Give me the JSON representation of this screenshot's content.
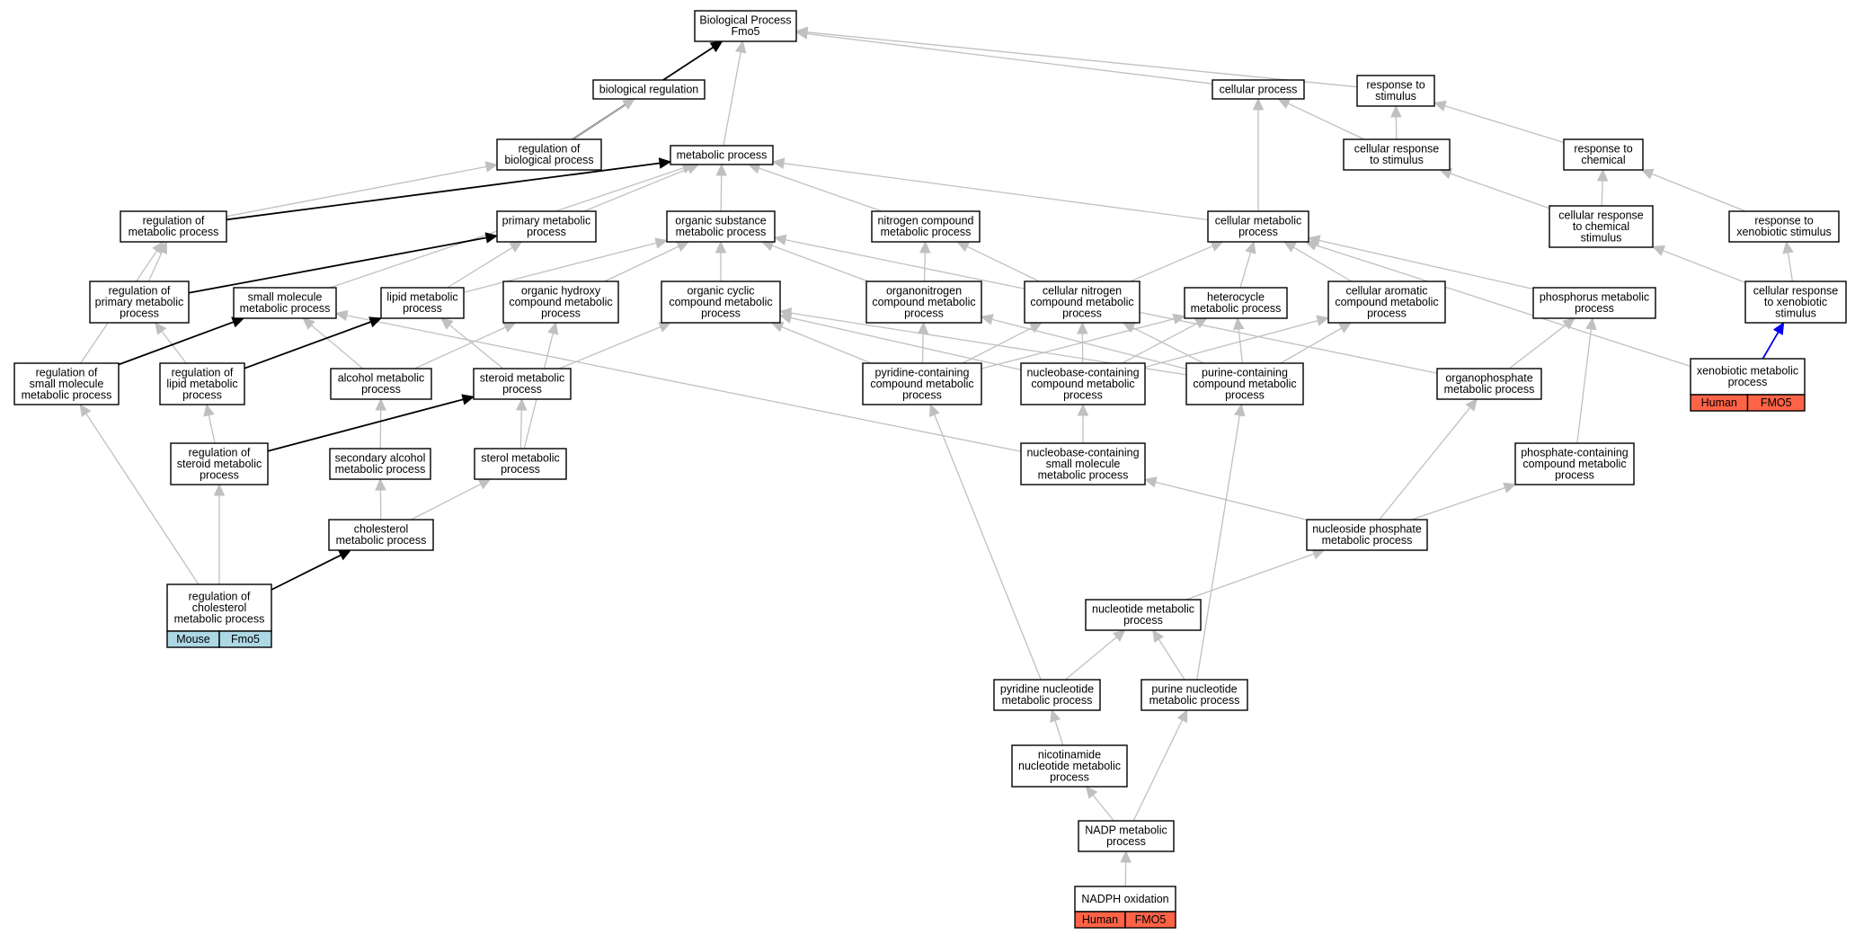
{
  "colors": {
    "edge_gray": "#c0c0c0",
    "edge_highlight": "#000000",
    "edge_human": "#0000ee",
    "mouse_fill": "#add8e6",
    "human_fill": "#ff6347"
  },
  "nodes": [
    {
      "id": "bp",
      "lines": [
        "Biological Process",
        "Fmo5"
      ]
    },
    {
      "id": "bioreg",
      "lines": [
        "biological regulation"
      ]
    },
    {
      "id": "cellproc",
      "lines": [
        "cellular process"
      ]
    },
    {
      "id": "respstim",
      "lines": [
        "response to",
        "stimulus"
      ]
    },
    {
      "id": "regbio",
      "lines": [
        "regulation of",
        "biological process"
      ]
    },
    {
      "id": "metab",
      "lines": [
        "metabolic process"
      ]
    },
    {
      "id": "cellresp",
      "lines": [
        "cellular response",
        "to stimulus"
      ]
    },
    {
      "id": "respchem",
      "lines": [
        "response to",
        "chemical"
      ]
    },
    {
      "id": "regmetab",
      "lines": [
        "regulation of",
        "metabolic process"
      ]
    },
    {
      "id": "primmetab",
      "lines": [
        "primary metabolic",
        "process"
      ]
    },
    {
      "id": "orgsub",
      "lines": [
        "organic substance",
        "metabolic process"
      ]
    },
    {
      "id": "nitro",
      "lines": [
        "nitrogen compound",
        "metabolic process"
      ]
    },
    {
      "id": "cellmetab",
      "lines": [
        "cellular metabolic",
        "process"
      ]
    },
    {
      "id": "cellrespchem",
      "lines": [
        "cellular response",
        "to chemical",
        "stimulus"
      ]
    },
    {
      "id": "respxeno",
      "lines": [
        "response to",
        "xenobiotic stimulus"
      ]
    },
    {
      "id": "regprim",
      "lines": [
        "regulation of",
        "primary metabolic",
        "process"
      ]
    },
    {
      "id": "smallmol",
      "lines": [
        "small molecule",
        "metabolic process"
      ]
    },
    {
      "id": "lipid",
      "lines": [
        "lipid metabolic",
        "process"
      ]
    },
    {
      "id": "orghydroxy",
      "lines": [
        "organic hydroxy",
        "compound metabolic",
        "process"
      ]
    },
    {
      "id": "orgcyclic",
      "lines": [
        "organic cyclic",
        "compound metabolic",
        "process"
      ]
    },
    {
      "id": "organonitro",
      "lines": [
        "organonitrogen",
        "compound metabolic",
        "process"
      ]
    },
    {
      "id": "cellnitro",
      "lines": [
        "cellular nitrogen",
        "compound metabolic",
        "process"
      ]
    },
    {
      "id": "heterocycle",
      "lines": [
        "heterocycle",
        "metabolic process"
      ]
    },
    {
      "id": "cellarom",
      "lines": [
        "cellular aromatic",
        "compound metabolic",
        "process"
      ]
    },
    {
      "id": "phosphorus",
      "lines": [
        "phosphorus metabolic",
        "process"
      ]
    },
    {
      "id": "cellrespxeno",
      "lines": [
        "cellular response",
        "to xenobiotic",
        "stimulus"
      ]
    },
    {
      "id": "regsmall",
      "lines": [
        "regulation of",
        "small molecule",
        "metabolic process"
      ]
    },
    {
      "id": "reglipid",
      "lines": [
        "regulation of",
        "lipid metabolic",
        "process"
      ]
    },
    {
      "id": "alcohol",
      "lines": [
        "alcohol metabolic",
        "process"
      ]
    },
    {
      "id": "steroid",
      "lines": [
        "steroid metabolic",
        "process"
      ]
    },
    {
      "id": "pyridinecont",
      "lines": [
        "pyridine-containing",
        "compound metabolic",
        "process"
      ]
    },
    {
      "id": "nucleobase",
      "lines": [
        "nucleobase-containing",
        "compound metabolic",
        "process"
      ]
    },
    {
      "id": "purinecont",
      "lines": [
        "purine-containing",
        "compound metabolic",
        "process"
      ]
    },
    {
      "id": "organophos",
      "lines": [
        "organophosphate",
        "metabolic process"
      ]
    },
    {
      "id": "xenometab",
      "lines": [
        "xenobiotic metabolic",
        "process"
      ],
      "tags": [
        "Human",
        "FMO5"
      ]
    },
    {
      "id": "regsteroid",
      "lines": [
        "regulation of",
        "steroid metabolic",
        "process"
      ]
    },
    {
      "id": "secalcohol",
      "lines": [
        "secondary alcohol",
        "metabolic process"
      ]
    },
    {
      "id": "sterol",
      "lines": [
        "sterol metabolic",
        "process"
      ]
    },
    {
      "id": "nucsmall",
      "lines": [
        "nucleobase-containing",
        "small molecule",
        "metabolic process"
      ]
    },
    {
      "id": "phoscont",
      "lines": [
        "phosphate-containing",
        "compound metabolic",
        "process"
      ]
    },
    {
      "id": "cholesterol",
      "lines": [
        "cholesterol",
        "metabolic process"
      ]
    },
    {
      "id": "nucphos",
      "lines": [
        "nucleoside phosphate",
        "metabolic process"
      ]
    },
    {
      "id": "regchol",
      "lines": [
        "regulation of",
        "cholesterol",
        "metabolic process"
      ],
      "tags": [
        "Mouse",
        "Fmo5"
      ]
    },
    {
      "id": "nucleotide",
      "lines": [
        "nucleotide metabolic",
        "process"
      ]
    },
    {
      "id": "pyridinenuc",
      "lines": [
        "pyridine nucleotide",
        "metabolic process"
      ]
    },
    {
      "id": "purinenuc",
      "lines": [
        "purine nucleotide",
        "metabolic process"
      ]
    },
    {
      "id": "nicotinamide",
      "lines": [
        "nicotinamide",
        "nucleotide metabolic",
        "process"
      ]
    },
    {
      "id": "nadp",
      "lines": [
        "NADP metabolic",
        "process"
      ]
    },
    {
      "id": "nadph",
      "lines": [
        "NADPH oxidation"
      ],
      "tags": [
        "Human",
        "FMO5"
      ]
    }
  ],
  "edges": [
    {
      "from": "bioreg",
      "to": "bp",
      "style": "gray"
    },
    {
      "from": "regbio",
      "to": "bp",
      "style": "black"
    },
    {
      "from": "metab",
      "to": "bp",
      "style": "gray"
    },
    {
      "from": "cellproc",
      "to": "bp",
      "style": "gray"
    },
    {
      "from": "respstim",
      "to": "bp",
      "style": "gray"
    },
    {
      "from": "regbio",
      "to": "bioreg",
      "style": "gray"
    },
    {
      "from": "regmetab",
      "to": "regbio",
      "style": "gray"
    },
    {
      "from": "regmetab",
      "to": "metab",
      "style": "black"
    },
    {
      "from": "primmetab",
      "to": "metab",
      "style": "gray"
    },
    {
      "from": "orgsub",
      "to": "metab",
      "style": "gray"
    },
    {
      "from": "nitro",
      "to": "metab",
      "style": "gray"
    },
    {
      "from": "cellmetab",
      "to": "metab",
      "style": "gray"
    },
    {
      "from": "smallmol",
      "to": "metab",
      "style": "gray"
    },
    {
      "from": "cellresp",
      "to": "cellproc",
      "style": "gray"
    },
    {
      "from": "cellmetab",
      "to": "cellproc",
      "style": "gray"
    },
    {
      "from": "cellresp",
      "to": "respstim",
      "style": "gray"
    },
    {
      "from": "respchem",
      "to": "respstim",
      "style": "gray"
    },
    {
      "from": "cellrespchem",
      "to": "cellresp",
      "style": "gray"
    },
    {
      "from": "cellrespchem",
      "to": "respchem",
      "style": "gray"
    },
    {
      "from": "respxeno",
      "to": "respchem",
      "style": "gray"
    },
    {
      "from": "cellrespxeno",
      "to": "cellrespchem",
      "style": "gray"
    },
    {
      "from": "cellrespxeno",
      "to": "respxeno",
      "style": "gray"
    },
    {
      "from": "xenometab",
      "to": "cellrespxeno",
      "style": "blue"
    },
    {
      "from": "xenometab",
      "to": "cellmetab",
      "style": "gray"
    },
    {
      "from": "regprim",
      "to": "regmetab",
      "style": "gray"
    },
    {
      "from": "regsmall",
      "to": "regmetab",
      "style": "gray"
    },
    {
      "from": "regprim",
      "to": "primmetab",
      "style": "black"
    },
    {
      "from": "lipid",
      "to": "primmetab",
      "style": "gray"
    },
    {
      "from": "lipid",
      "to": "orgsub",
      "style": "gray"
    },
    {
      "from": "orghydroxy",
      "to": "orgsub",
      "style": "gray"
    },
    {
      "from": "orgcyclic",
      "to": "orgsub",
      "style": "gray"
    },
    {
      "from": "organonitro",
      "to": "orgsub",
      "style": "gray"
    },
    {
      "from": "organophos",
      "to": "orgsub",
      "style": "gray"
    },
    {
      "from": "organonitro",
      "to": "nitro",
      "style": "gray"
    },
    {
      "from": "cellnitro",
      "to": "nitro",
      "style": "gray"
    },
    {
      "from": "cellnitro",
      "to": "cellmetab",
      "style": "gray"
    },
    {
      "from": "heterocycle",
      "to": "cellmetab",
      "style": "gray"
    },
    {
      "from": "cellarom",
      "to": "cellmetab",
      "style": "gray"
    },
    {
      "from": "phosphorus",
      "to": "cellmetab",
      "style": "gray"
    },
    {
      "from": "reglipid",
      "to": "regprim",
      "style": "gray"
    },
    {
      "from": "regsmall",
      "to": "smallmol",
      "style": "black"
    },
    {
      "from": "alcohol",
      "to": "smallmol",
      "style": "gray"
    },
    {
      "from": "nucsmall",
      "to": "smallmol",
      "style": "gray"
    },
    {
      "from": "reglipid",
      "to": "lipid",
      "style": "black"
    },
    {
      "from": "steroid",
      "to": "lipid",
      "style": "gray"
    },
    {
      "from": "alcohol",
      "to": "orghydroxy",
      "style": "gray"
    },
    {
      "from": "sterol",
      "to": "orghydroxy",
      "style": "gray"
    },
    {
      "from": "steroid",
      "to": "orgcyclic",
      "style": "gray"
    },
    {
      "from": "pyridinecont",
      "to": "orgcyclic",
      "style": "gray"
    },
    {
      "from": "nucleobase",
      "to": "orgcyclic",
      "style": "gray"
    },
    {
      "from": "purinecont",
      "to": "orgcyclic",
      "style": "gray"
    },
    {
      "from": "pyridinecont",
      "to": "organonitro",
      "style": "gray"
    },
    {
      "from": "purinecont",
      "to": "organonitro",
      "style": "gray"
    },
    {
      "from": "pyridinecont",
      "to": "cellnitro",
      "style": "gray"
    },
    {
      "from": "nucleobase",
      "to": "cellnitro",
      "style": "gray"
    },
    {
      "from": "purinecont",
      "to": "cellnitro",
      "style": "gray"
    },
    {
      "from": "pyridinecont",
      "to": "heterocycle",
      "style": "gray"
    },
    {
      "from": "nucleobase",
      "to": "heterocycle",
      "style": "gray"
    },
    {
      "from": "purinecont",
      "to": "heterocycle",
      "style": "gray"
    },
    {
      "from": "nucleobase",
      "to": "cellarom",
      "style": "gray"
    },
    {
      "from": "purinecont",
      "to": "cellarom",
      "style": "gray"
    },
    {
      "from": "organophos",
      "to": "phosphorus",
      "style": "gray"
    },
    {
      "from": "phoscont",
      "to": "phosphorus",
      "style": "gray"
    },
    {
      "from": "regchol",
      "to": "regsmall",
      "style": "gray"
    },
    {
      "from": "regsteroid",
      "to": "reglipid",
      "style": "gray"
    },
    {
      "from": "secalcohol",
      "to": "alcohol",
      "style": "gray"
    },
    {
      "from": "regsteroid",
      "to": "steroid",
      "style": "black"
    },
    {
      "from": "sterol",
      "to": "steroid",
      "style": "gray"
    },
    {
      "from": "nucsmall",
      "to": "nucleobase",
      "style": "gray"
    },
    {
      "from": "nucphos",
      "to": "organophos",
      "style": "gray"
    },
    {
      "from": "regchol",
      "to": "regsteroid",
      "style": "gray"
    },
    {
      "from": "cholesterol",
      "to": "secalcohol",
      "style": "gray"
    },
    {
      "from": "cholesterol",
      "to": "sterol",
      "style": "gray"
    },
    {
      "from": "nucphos",
      "to": "nucsmall",
      "style": "gray"
    },
    {
      "from": "nucphos",
      "to": "phoscont",
      "style": "gray"
    },
    {
      "from": "regchol",
      "to": "cholesterol",
      "style": "black"
    },
    {
      "from": "nucleotide",
      "to": "nucphos",
      "style": "gray"
    },
    {
      "from": "pyridinenuc",
      "to": "pyridinecont",
      "style": "gray"
    },
    {
      "from": "pyridinenuc",
      "to": "nucleotide",
      "style": "gray"
    },
    {
      "from": "purinenuc",
      "to": "nucleotide",
      "style": "gray"
    },
    {
      "from": "purinenuc",
      "to": "purinecont",
      "style": "gray"
    },
    {
      "from": "nicotinamide",
      "to": "pyridinenuc",
      "style": "gray"
    },
    {
      "from": "nadp",
      "to": "nicotinamide",
      "style": "gray"
    },
    {
      "from": "nadp",
      "to": "purinenuc",
      "style": "gray"
    },
    {
      "from": "nadph",
      "to": "nadp",
      "style": "gray"
    }
  ]
}
